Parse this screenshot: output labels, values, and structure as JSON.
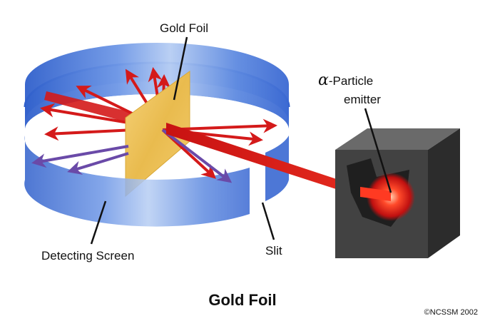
{
  "labels": {
    "gold_foil": "Gold Foil",
    "alpha_symbol": "α",
    "alpha_particle": "-Particle",
    "emitter": "emitter",
    "detecting_screen": "Detecting Screen",
    "slit": "Slit"
  },
  "caption": "Gold Foil",
  "copyright": "©NCSSM 2002",
  "colors": {
    "screen_blue": "#3d6fd8",
    "screen_light": "#a9c4f2",
    "foil_gold": "#efc45a",
    "beam_red": "#d41a1a",
    "box_dark": "#3e3e3e"
  }
}
